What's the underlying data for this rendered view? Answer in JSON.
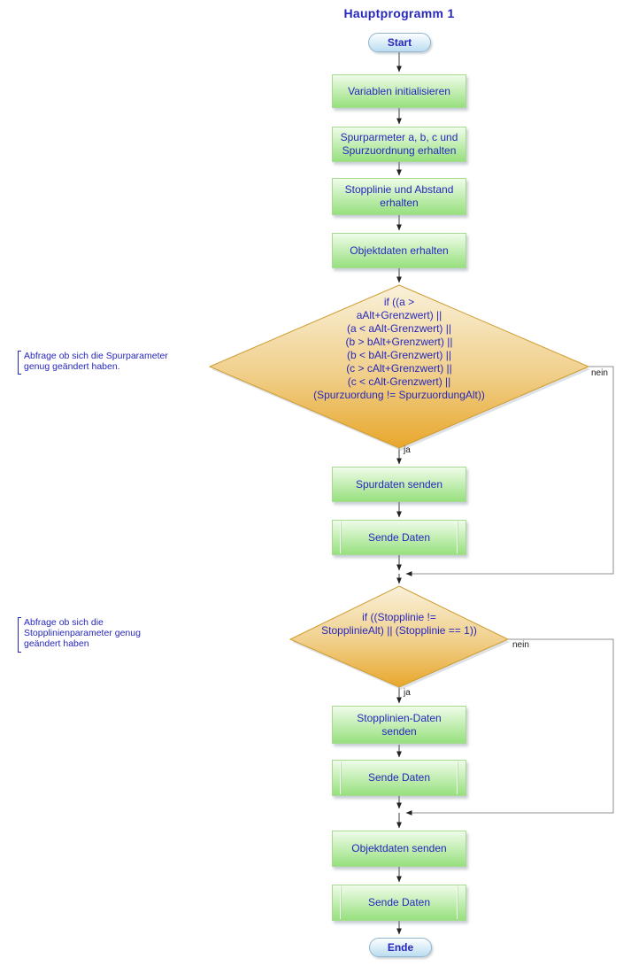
{
  "title": "Hauptprogramm 1",
  "terminals": {
    "start": "Start",
    "end": "Ende"
  },
  "labels": {
    "yes": "ja",
    "no": "nein"
  },
  "process": {
    "init": "Variablen initialisieren",
    "spurparam": "Spurparmeter a, b, c und\nSpurzuordnung erhalten",
    "stopplinie_erhalten": "Stopplinie und Abstand\nerhalten",
    "objektdaten_erhalten": "Objektdaten erhalten",
    "spurdaten_senden": "Spurdaten senden",
    "sende_daten": "Sende Daten",
    "stopplinien_daten_senden": "Stopplinien-Daten\nsenden",
    "objektdaten_senden": "Objektdaten senden"
  },
  "decisions": {
    "spur": "if ((a >\naAlt+Grenzwert) ||\n(a < aAlt-Grenzwert) ||\n(b > bAlt+Grenzwert) ||\n(b < bAlt-Grenzwert) ||\n(c > cAlt+Grenzwert) ||\n(c < cAlt-Grenzwert) ||\n(Spurzuordung != SpurzuordungAlt))",
    "stopplinie": "if ((Stopplinie !=\nStopplinieAlt) || (Stopplinie == 1))"
  },
  "annotations": {
    "spur": "Abfrage ob sich die Spurparameter\ngenug geändert haben.",
    "stopplinie": "Abfrage ob sich die\nStopplinienparameter genug\ngeändert haben"
  },
  "colors": {
    "text_blue": "#2727bd",
    "process_fill_top": "#effce9",
    "process_fill_bottom": "#97e07e",
    "process_border": "#a5dc92",
    "decision_fill_top": "#f9f1da",
    "decision_fill_bottom": "#e8a72c",
    "decision_border": "#d09b30",
    "terminal_fill_top": "#fcfeff",
    "terminal_fill_bottom": "#bbddf1",
    "terminal_border": "#92b5cd",
    "line_main": "#3c3c3c",
    "line_loop": "#8f8f8f"
  }
}
